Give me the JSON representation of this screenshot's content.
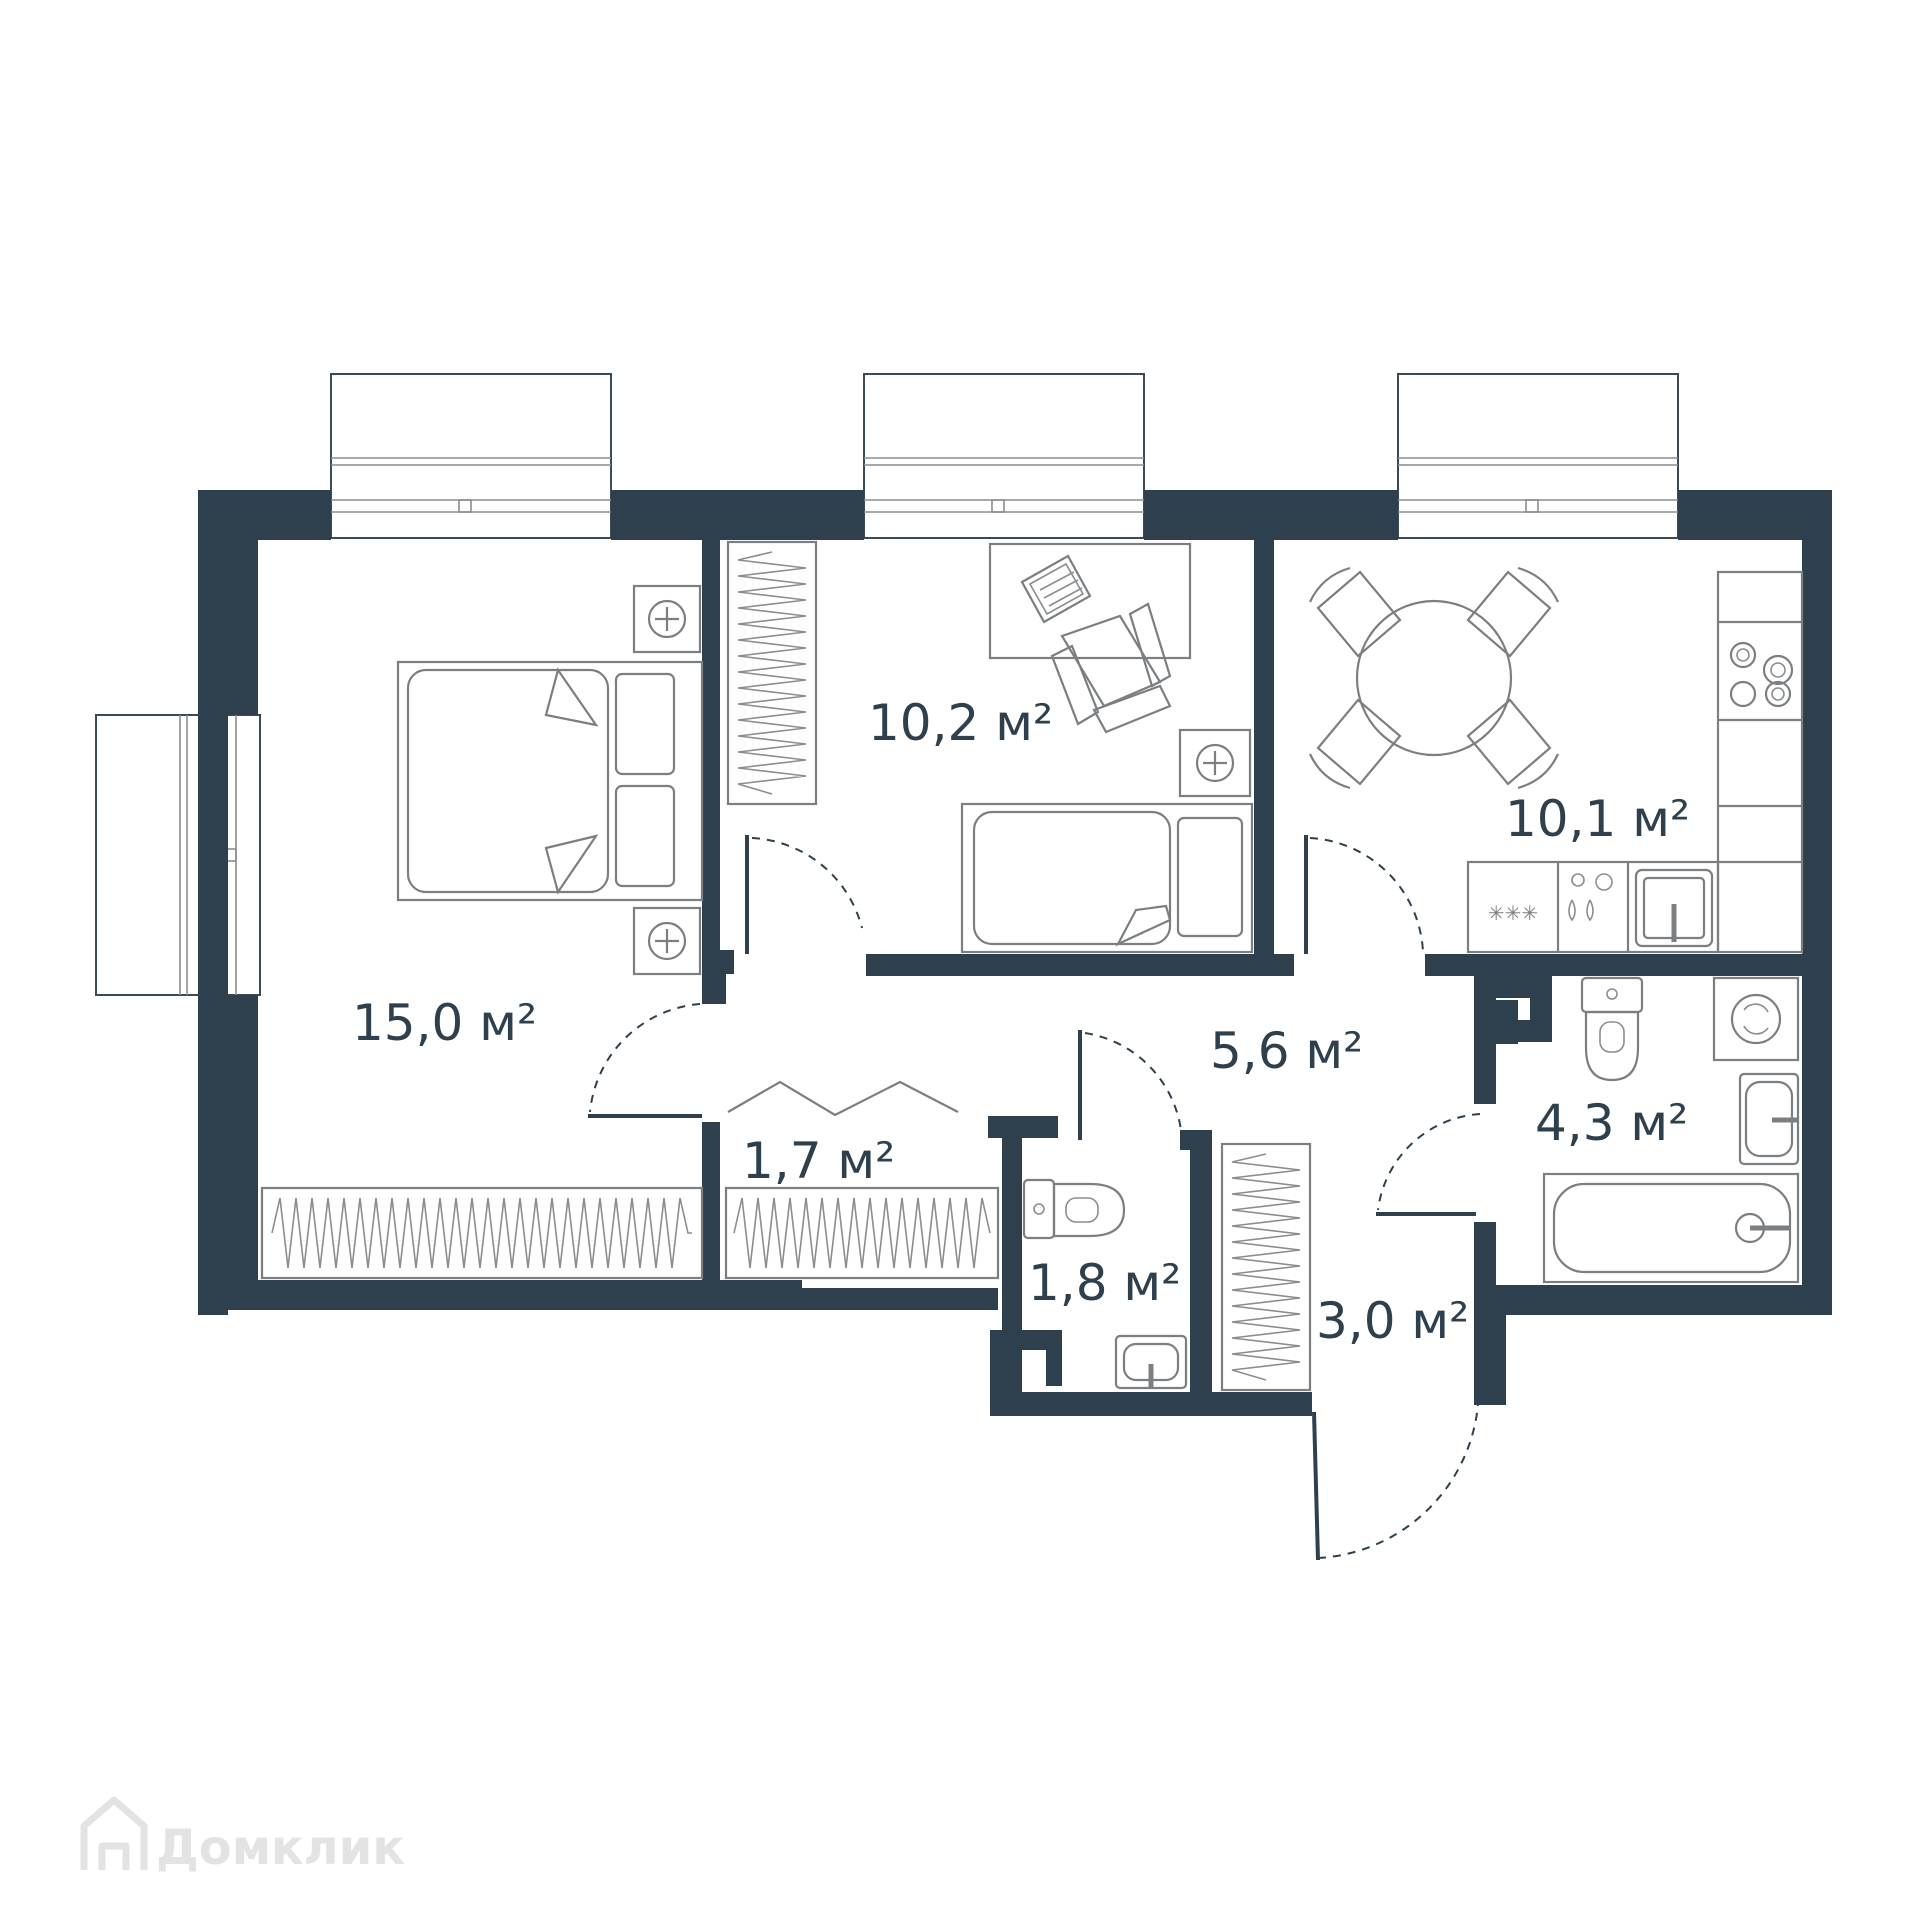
{
  "rooms": [
    {
      "id": "bedroom",
      "area": "15,0 м²"
    },
    {
      "id": "room",
      "area": "10,2 м²"
    },
    {
      "id": "kitchen",
      "area": "10,1 м²"
    },
    {
      "id": "hall",
      "area": "5,6 м²"
    },
    {
      "id": "bathroom",
      "area": "4,3 м²"
    },
    {
      "id": "closet",
      "area": "1,7 м²"
    },
    {
      "id": "wc",
      "area": "1,8 м²"
    },
    {
      "id": "entrance",
      "area": "3,0 м²"
    }
  ],
  "watermark": {
    "text": "Домклик",
    "icon": "house-logo-icon"
  },
  "colors": {
    "wall": "#2e404d",
    "furniture": "#7b7f82",
    "watermark": "#e3e3e3"
  }
}
